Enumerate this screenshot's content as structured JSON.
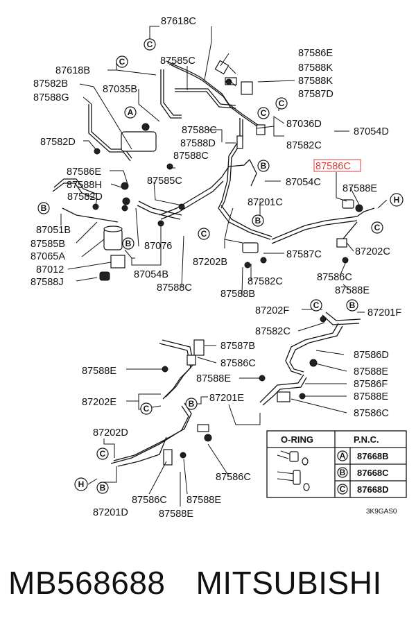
{
  "parts": {
    "p87618C": "87618C",
    "p87586E_top": "87586E",
    "p87585C_top": "87585C",
    "p87588K_1": "87588K",
    "p87618B": "87618B",
    "p87588K_2": "87588K",
    "p87582B": "87582B",
    "p87035B": "87035B",
    "p87587D": "87587D",
    "p87588G": "87588G",
    "p87036D": "87036D",
    "p87588C_1": "87588C",
    "p87054D": "87054D",
    "p87582D_1": "87582D",
    "p87588D": "87588D",
    "p87582C_1": "87582C",
    "p87588C_2": "87588C",
    "p87586C_hl": "87586C",
    "p87586E_mid": "87586E",
    "p87585C_mid": "87585C",
    "p87054C": "87054C",
    "p87588E_1": "87588E",
    "p87588H": "87588H",
    "p87582D_2": "87582D",
    "p87201C": "87201C",
    "p87051B": "87051B",
    "p87585B": "87585B",
    "p87076": "87076",
    "p87202C": "87202C",
    "p87065A": "87065A",
    "p87202B": "87202B",
    "p87587C": "87587C",
    "p87012": "87012",
    "p87054B": "87054B",
    "p87588J": "87588J",
    "p87582C_2": "87582C",
    "p87586C_1": "87586C",
    "p87588C_3": "87588C",
    "p87588B": "87588B",
    "p87588E_2": "87588E",
    "p87202F": "87202F",
    "p87201F": "87201F",
    "p87582C_3": "87582C",
    "p87587B": "87587B",
    "p87586D": "87586D",
    "p87586C_2": "87586C",
    "p87588E_3": "87588E",
    "p87588E_4": "87588E",
    "p87588E_5": "87588E",
    "p87586F": "87586F",
    "p87202E": "87202E",
    "p87201E": "87201E",
    "p87588E_6": "87588E",
    "p87586C_3": "87586C",
    "p87202D": "87202D",
    "p87586C_4": "87586C",
    "p87586C_5": "87586C",
    "p87588E_7": "87588E",
    "p87201D": "87201D",
    "p87588E_8": "87588E"
  },
  "callouts": {
    "A": "A",
    "B": "B",
    "C": "C",
    "H": "H"
  },
  "table": {
    "col1": "O-RING",
    "col2": "P.N.C.",
    "rows": [
      {
        "letter": "A",
        "pnc": "87668B"
      },
      {
        "letter": "B",
        "pnc": "87668C"
      },
      {
        "letter": "C",
        "pnc": "87668D"
      }
    ]
  },
  "diagram_code": "3K9GAS0",
  "footer": {
    "part_number": "MB568688",
    "brand": "MITSUBISHI"
  },
  "colors": {
    "highlight": "#e05a5a",
    "ink": "#111111"
  }
}
